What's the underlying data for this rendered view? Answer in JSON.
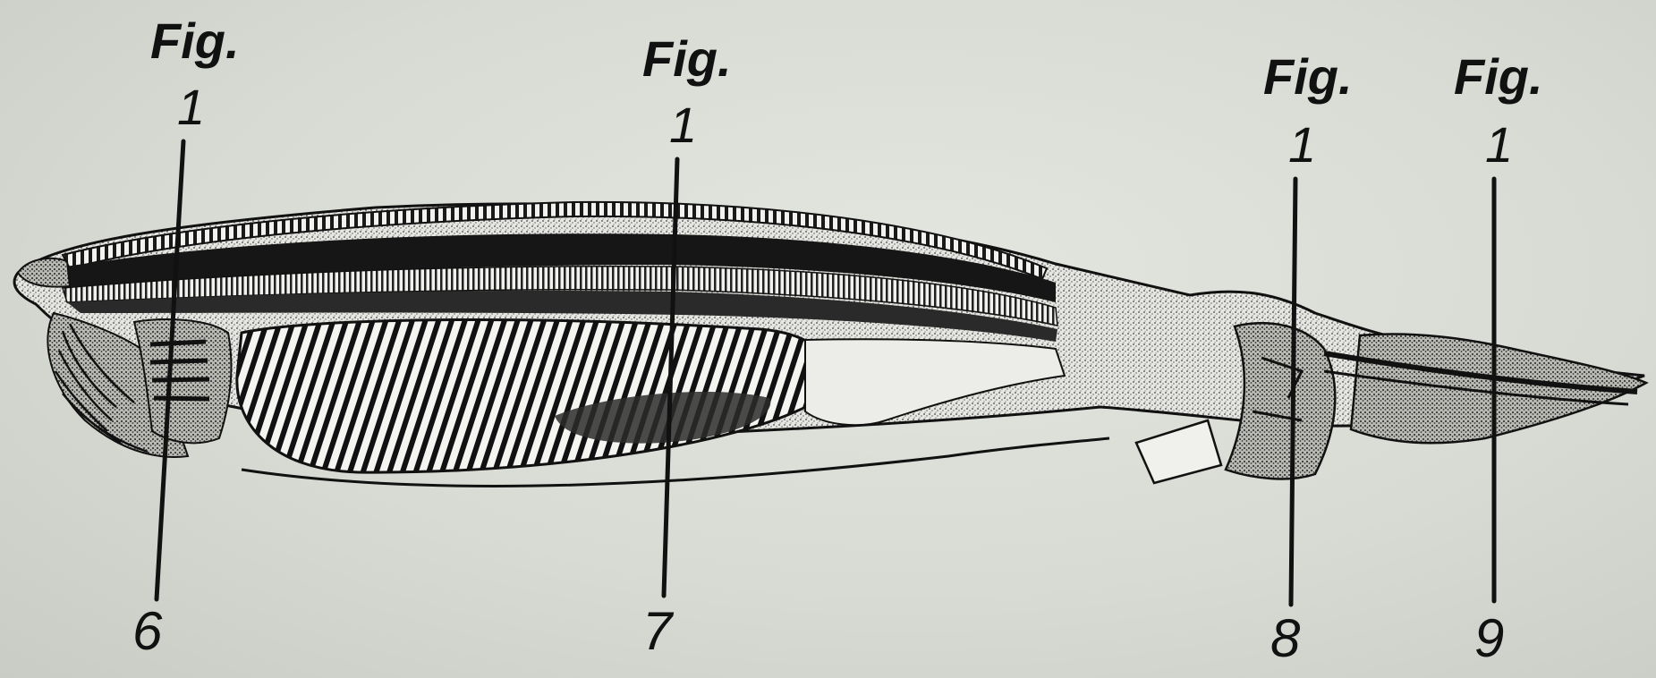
{
  "callouts": [
    {
      "id": "6",
      "fig_label": "Fig.",
      "fig_number": "1",
      "part_number": "6"
    },
    {
      "id": "7",
      "fig_label": "Fig.",
      "fig_number": "1",
      "part_number": "7"
    },
    {
      "id": "8",
      "fig_label": "Fig.",
      "fig_number": "1",
      "part_number": "8"
    },
    {
      "id": "9",
      "fig_label": "Fig.",
      "fig_number": "1",
      "part_number": "9"
    }
  ]
}
